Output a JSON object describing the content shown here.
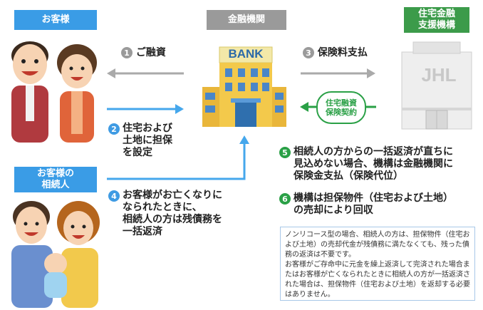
{
  "headers": {
    "customer": "お客様",
    "bank": "金融機関",
    "jhf": "住宅金融\n支援機構",
    "heir": "お客様の\n相続人"
  },
  "bank_sign": "BANK",
  "jhl_sign": "JHL",
  "steps": {
    "s1": {
      "num": "1",
      "text": "ご融資"
    },
    "s2": {
      "num": "2",
      "text": "住宅および\n土地に担保\nを設定"
    },
    "s3": {
      "num": "3",
      "text": "保険料支払"
    },
    "s4": {
      "num": "4",
      "text": "お客様がお亡くなりに\nなられたときに、\n相続人の方は残債務を\n一括返済"
    },
    "s5": {
      "num": "5",
      "text": "相続人の方からの一括返済が直ちに\n見込めない場合、機構は金融機関に\n保険金支払（保険代位）"
    },
    "s6": {
      "num": "6",
      "text": "機構は担保物件（住宅および土地）\nの売却により回収"
    }
  },
  "contract_badge": "住宅融資\n保険契約",
  "note": {
    "p1": "ノンリコース型の場合、相続人の方は、担保物件（住宅および土地）の売却代金が残債務に満たなくても、残った債務の返済は不要です。",
    "p2": "お客様がご存命中に元金を繰上返済して完済された場合またはお客様が亡くなられたときに相続人の方が一括返済された場合は、担保物件（住宅および土地）を返却する必要はありません。"
  },
  "colors": {
    "customer_header": "#3a9ce6",
    "bank_header": "#9a9a9a",
    "jhf_header": "#3c9b4a",
    "arrow_gray": "#aaaaaa",
    "arrow_blue": "#45a7ec",
    "arrow_green": "#2aa046"
  }
}
